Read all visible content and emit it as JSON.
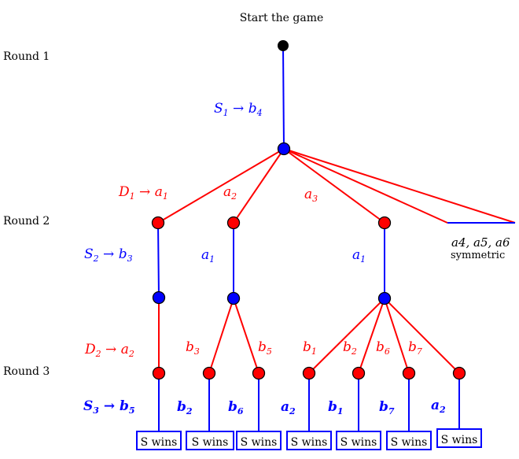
{
  "title": "Start the game",
  "rounds": [
    "Round 1",
    "Round 2",
    "Round 3"
  ],
  "edge_labels": {
    "s1": {
      "main": "S",
      "sub": "1",
      "arrow": " → ",
      "target": "b",
      "target_sub": "4"
    },
    "d1": {
      "main": "D",
      "sub": "1",
      "arrow": " → ",
      "target": "a",
      "target_sub": "1"
    },
    "a2_top": {
      "main": "a",
      "sub": "2"
    },
    "a3_top": {
      "main": "a",
      "sub": "3"
    },
    "s2": {
      "main": "S",
      "sub": "2",
      "arrow": " → ",
      "target": "b",
      "target_sub": "3"
    },
    "a1_mid": {
      "main": "a",
      "sub": "1"
    },
    "a1_right": {
      "main": "a",
      "sub": "1"
    },
    "d2": {
      "main": "D",
      "sub": "2",
      "arrow": " → ",
      "target": "a",
      "target_sub": "2"
    },
    "b3": {
      "main": "b",
      "sub": "3"
    },
    "b5": {
      "main": "b",
      "sub": "5"
    },
    "b1_red": {
      "main": "b",
      "sub": "1"
    },
    "b2_red": {
      "main": "b",
      "sub": "2"
    },
    "b6_red": {
      "main": "b",
      "sub": "6"
    },
    "b7_red": {
      "main": "b",
      "sub": "7"
    },
    "s3": {
      "main": "S",
      "sub": "3",
      "arrow": " → ",
      "target": "b",
      "target_sub": "5"
    },
    "b2_blue": {
      "main": "b",
      "sub": "2"
    },
    "b6_blue": {
      "main": "b",
      "sub": "6"
    },
    "a2_blue1": {
      "main": "a",
      "sub": "2"
    },
    "b1_blue": {
      "main": "b",
      "sub": "1"
    },
    "b7_blue": {
      "main": "b",
      "sub": "7"
    },
    "a2_blue2": {
      "main": "a",
      "sub": "2"
    }
  },
  "symmetric_note": {
    "labels": "a4, a5, a6",
    "text": "symmetric"
  },
  "outcome": "S wins",
  "colors": {
    "strategic": "#0000ff",
    "defender": "#ff0000",
    "root": "#000000",
    "node_outline": "#000000"
  }
}
